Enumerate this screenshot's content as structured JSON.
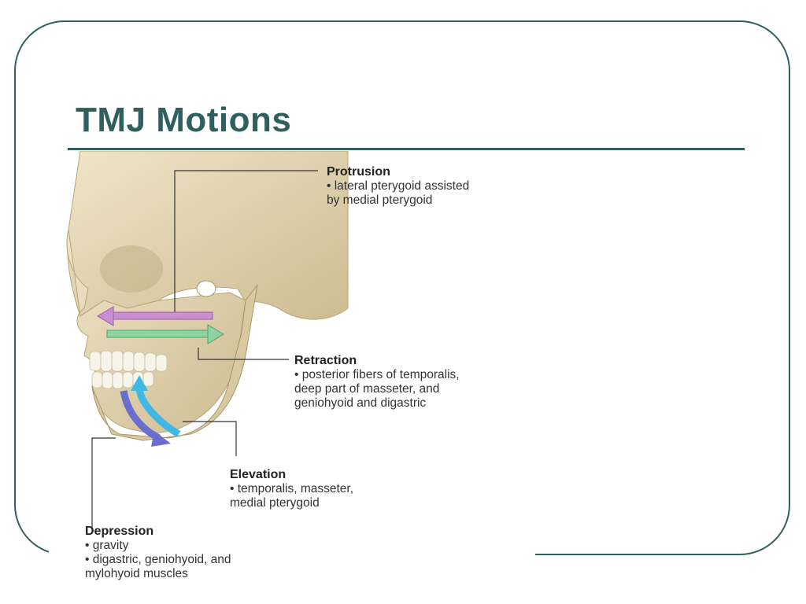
{
  "slide": {
    "title": "TMJ Motions"
  },
  "motions": {
    "protrusion": {
      "title": "Protrusion",
      "desc": [
        "• lateral pterygoid assisted",
        "  by medial pterygoid"
      ]
    },
    "retraction": {
      "title": "Retraction",
      "desc": [
        "• posterior fibers of temporalis,",
        "  deep part of masseter, and",
        "  geniohyoid and digastric"
      ]
    },
    "elevation": {
      "title": "Elevation",
      "desc": [
        "• temporalis, masseter,",
        "  medial pterygoid"
      ]
    },
    "depression": {
      "title": "Depression",
      "desc": [
        "• gravity",
        "• digastric, geniohyoid, and",
        "  mylohyoid muscles"
      ]
    }
  },
  "colors": {
    "accent": "#2f5f5f",
    "bone": "#e6d9b8",
    "protrusion_arrow": "#c98fd0",
    "retraction_arrow": "#8fd3a0",
    "elevation_arrow": "#3fb8e6",
    "depression_arrow": "#6a6fcf"
  }
}
